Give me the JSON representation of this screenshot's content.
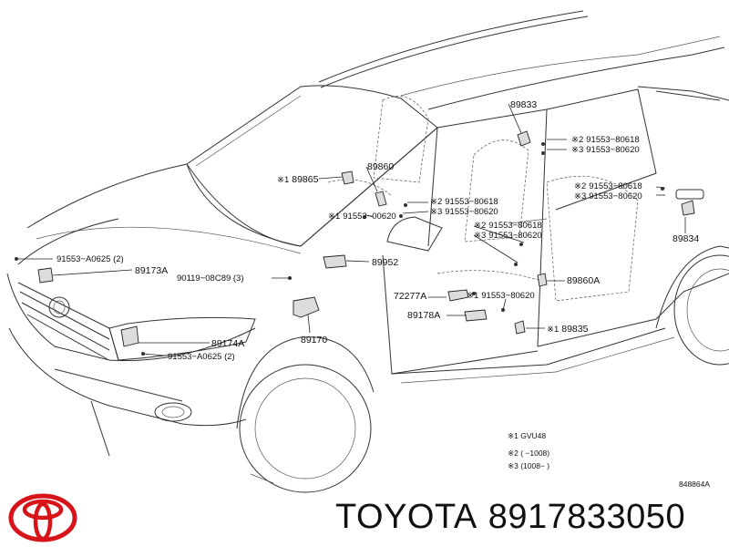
{
  "diagram": {
    "labels": {
      "p89833": "89833",
      "p89860": "89860",
      "p89865": "89865",
      "p89834": "89834",
      "p89952": "89952",
      "p89860a": "89860A",
      "p89835": "89835",
      "p89173a": "89173A",
      "p89174a": "89174A",
      "p89170": "89170",
      "p89178a": "89178A",
      "p72277a": "72277A",
      "b0625_top": "91553−A0625 (2)",
      "b0625_bot": "91553−A0625 (2)",
      "b08c89": "90119−08C89 (3)",
      "b00620_a": "91553−00620",
      "b80618_a": "91553−80618",
      "b80620_a": "91553−80620",
      "b80618_b": "91553−80618",
      "b80620_b": "91553−80620",
      "b80618_c": "91553−80618",
      "b80620_c": "91553−80620",
      "b80618_d": "91553−80618",
      "b80620_d": "91553−80620",
      "b80620_e": "91553−80620"
    },
    "marks": {
      "m1": "※1",
      "m2": "※2",
      "m3": "※3"
    },
    "notes": {
      "n1": "※1 GVU48",
      "n2": "※2 (      −1008)",
      "n3": "※3 (1008−      )"
    },
    "code": "848864A"
  },
  "brand": {
    "logo": "toyota-logo",
    "name": "TOYOTA",
    "part_number": "8917833050",
    "logo_color": "#d7141a"
  }
}
